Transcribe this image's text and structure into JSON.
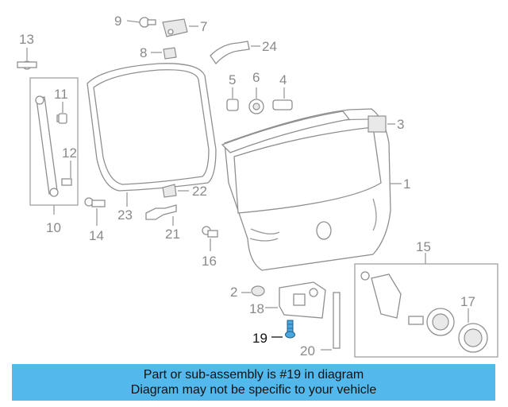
{
  "caption": {
    "line1": "Part or sub-assembly is #19 in diagram",
    "line2": "Diagram may not be specific to your vehicle"
  },
  "callouts": {
    "c1": "1",
    "c2": "2",
    "c3": "3",
    "c4": "4",
    "c5": "5",
    "c6": "6",
    "c7": "7",
    "c8": "8",
    "c9": "9",
    "c10": "10",
    "c11": "11",
    "c12": "12",
    "c13": "13",
    "c14": "14",
    "c15": "15",
    "c16": "16",
    "c17": "17",
    "c18": "18",
    "c19": "19",
    "c20": "20",
    "c21": "21",
    "c22": "22",
    "c23": "23",
    "c24": "24"
  },
  "colors": {
    "caption_background": "#53b8ec",
    "highlight_part": "#4aa8e0",
    "line_art": "#8f8f8f"
  }
}
